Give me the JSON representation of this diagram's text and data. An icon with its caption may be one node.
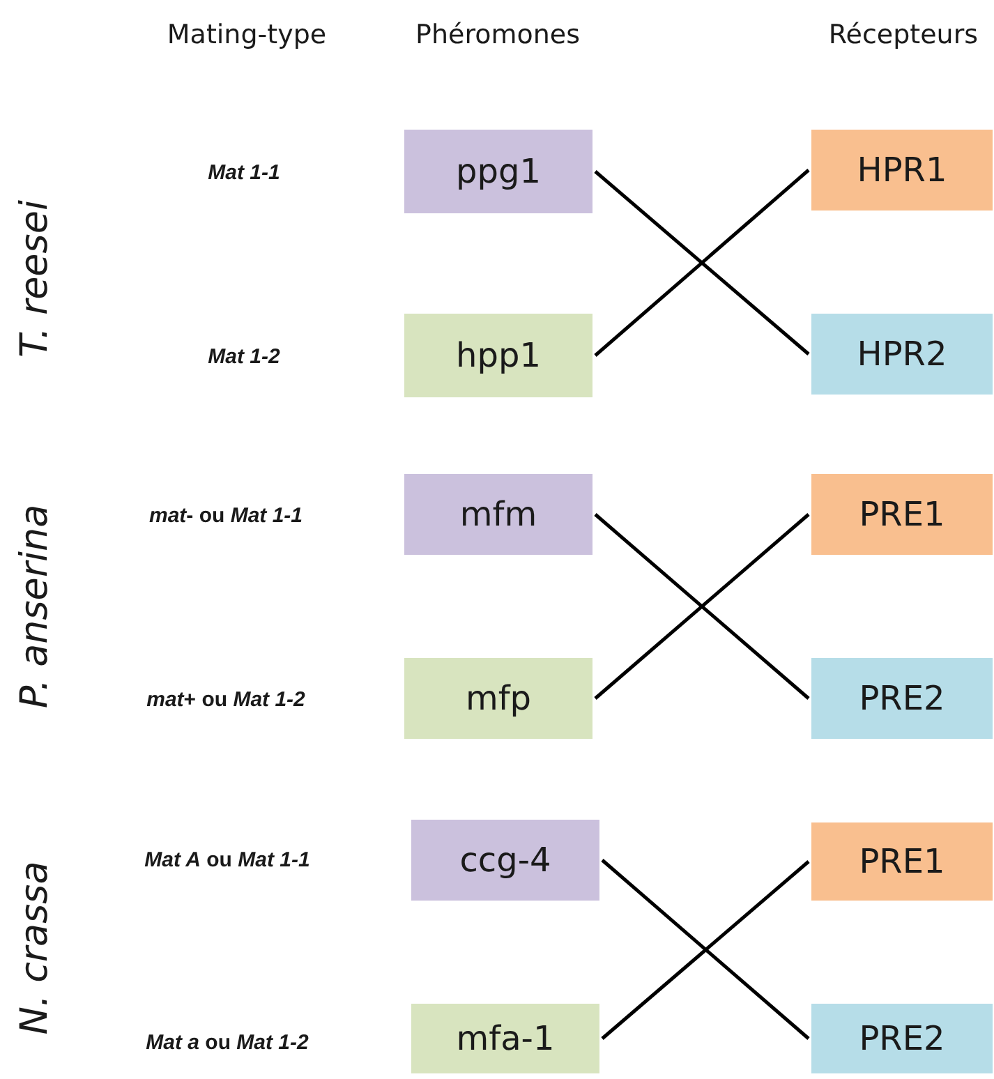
{
  "diagram": {
    "nodes": [
      {
        "text": [
          "ppg1"
        ]
      },
      {
        "text": [
          "HPR1"
        ]
      },
      {
        "text": [
          "hpp1"
        ]
      },
      {
        "text": [
          "HPR2"
        ]
      },
      {
        "text": [
          "mfm"
        ]
      },
      {
        "text": [
          "PRE1"
        ]
      },
      {
        "text": [
          "mfp"
        ]
      },
      {
        "text": [
          "PRE2"
        ]
      },
      {
        "text": [
          "ccg-4"
        ]
      },
      {
        "text": [
          "PRE1"
        ]
      },
      {
        "text": [
          "mfa-1"
        ]
      },
      {
        "text": [
          "PRE2"
        ]
      }
    ],
    "edges": [
      {
        "from": 0,
        "to": 3,
        "arrow": "none"
      },
      {
        "from": 2,
        "to": 1,
        "arrow": "none"
      },
      {
        "from": 4,
        "to": 7,
        "arrow": "none"
      },
      {
        "from": 6,
        "to": 5,
        "arrow": "none"
      },
      {
        "from": 8,
        "to": 11,
        "arrow": "none"
      },
      {
        "from": 10,
        "to": 9,
        "arrow": "none"
      }
    ],
    "labels": [
      "Mating-type",
      "Phéromones",
      "Récepteurs",
      "T. reesei",
      "Mat 1-1",
      "Mat 1-2",
      "P. anserina",
      "*mat*- ou *Mat 1-1*",
      "*mat*+ ou *Mat 1-2*",
      "N. crassa",
      "*Mat A* ou *Mat 1-1*",
      "*Mat a* ou *Mat 1-2*"
    ]
  }
}
